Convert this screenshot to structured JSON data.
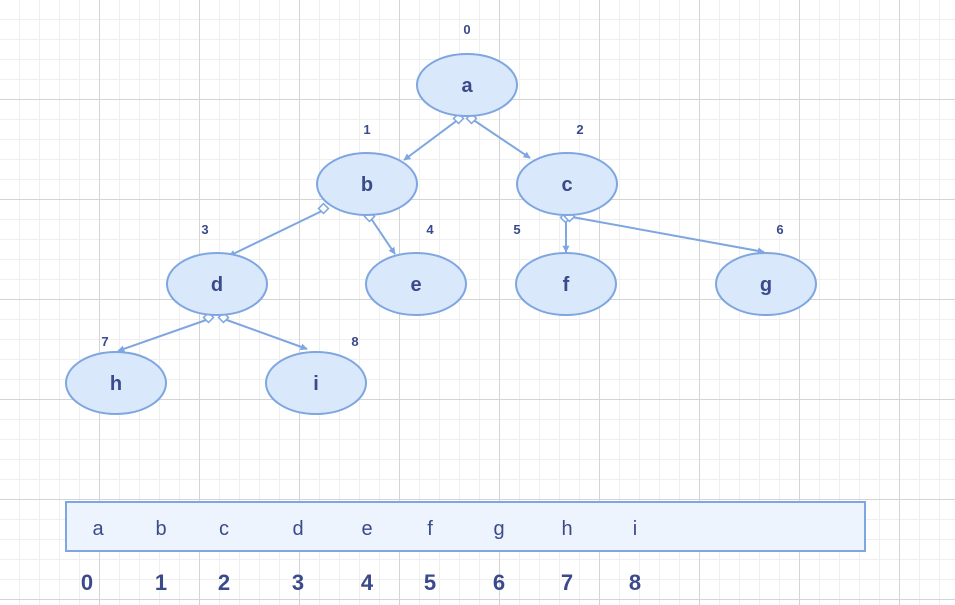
{
  "tree": {
    "nodes": [
      {
        "label": "a",
        "index": "0"
      },
      {
        "label": "b",
        "index": "1"
      },
      {
        "label": "c",
        "index": "2"
      },
      {
        "label": "d",
        "index": "3"
      },
      {
        "label": "e",
        "index": "4"
      },
      {
        "label": "f",
        "index": "5"
      },
      {
        "label": "g",
        "index": "6"
      },
      {
        "label": "h",
        "index": "7"
      },
      {
        "label": "i",
        "index": "8"
      }
    ],
    "edges": [
      {
        "from": "a",
        "to": "b"
      },
      {
        "from": "a",
        "to": "c"
      },
      {
        "from": "b",
        "to": "d"
      },
      {
        "from": "b",
        "to": "e"
      },
      {
        "from": "c",
        "to": "f"
      },
      {
        "from": "c",
        "to": "g"
      },
      {
        "from": "d",
        "to": "h"
      },
      {
        "from": "d",
        "to": "i"
      }
    ]
  },
  "array": {
    "cells": [
      "a",
      "b",
      "c",
      "d",
      "e",
      "f",
      "g",
      "h",
      "i"
    ],
    "indices": [
      "0",
      "1",
      "2",
      "3",
      "4",
      "5",
      "6",
      "7",
      "8"
    ]
  },
  "colors": {
    "node_fill": "#dae8fc",
    "node_stroke": "#7ea6e0",
    "text": "#3a4a8a"
  }
}
